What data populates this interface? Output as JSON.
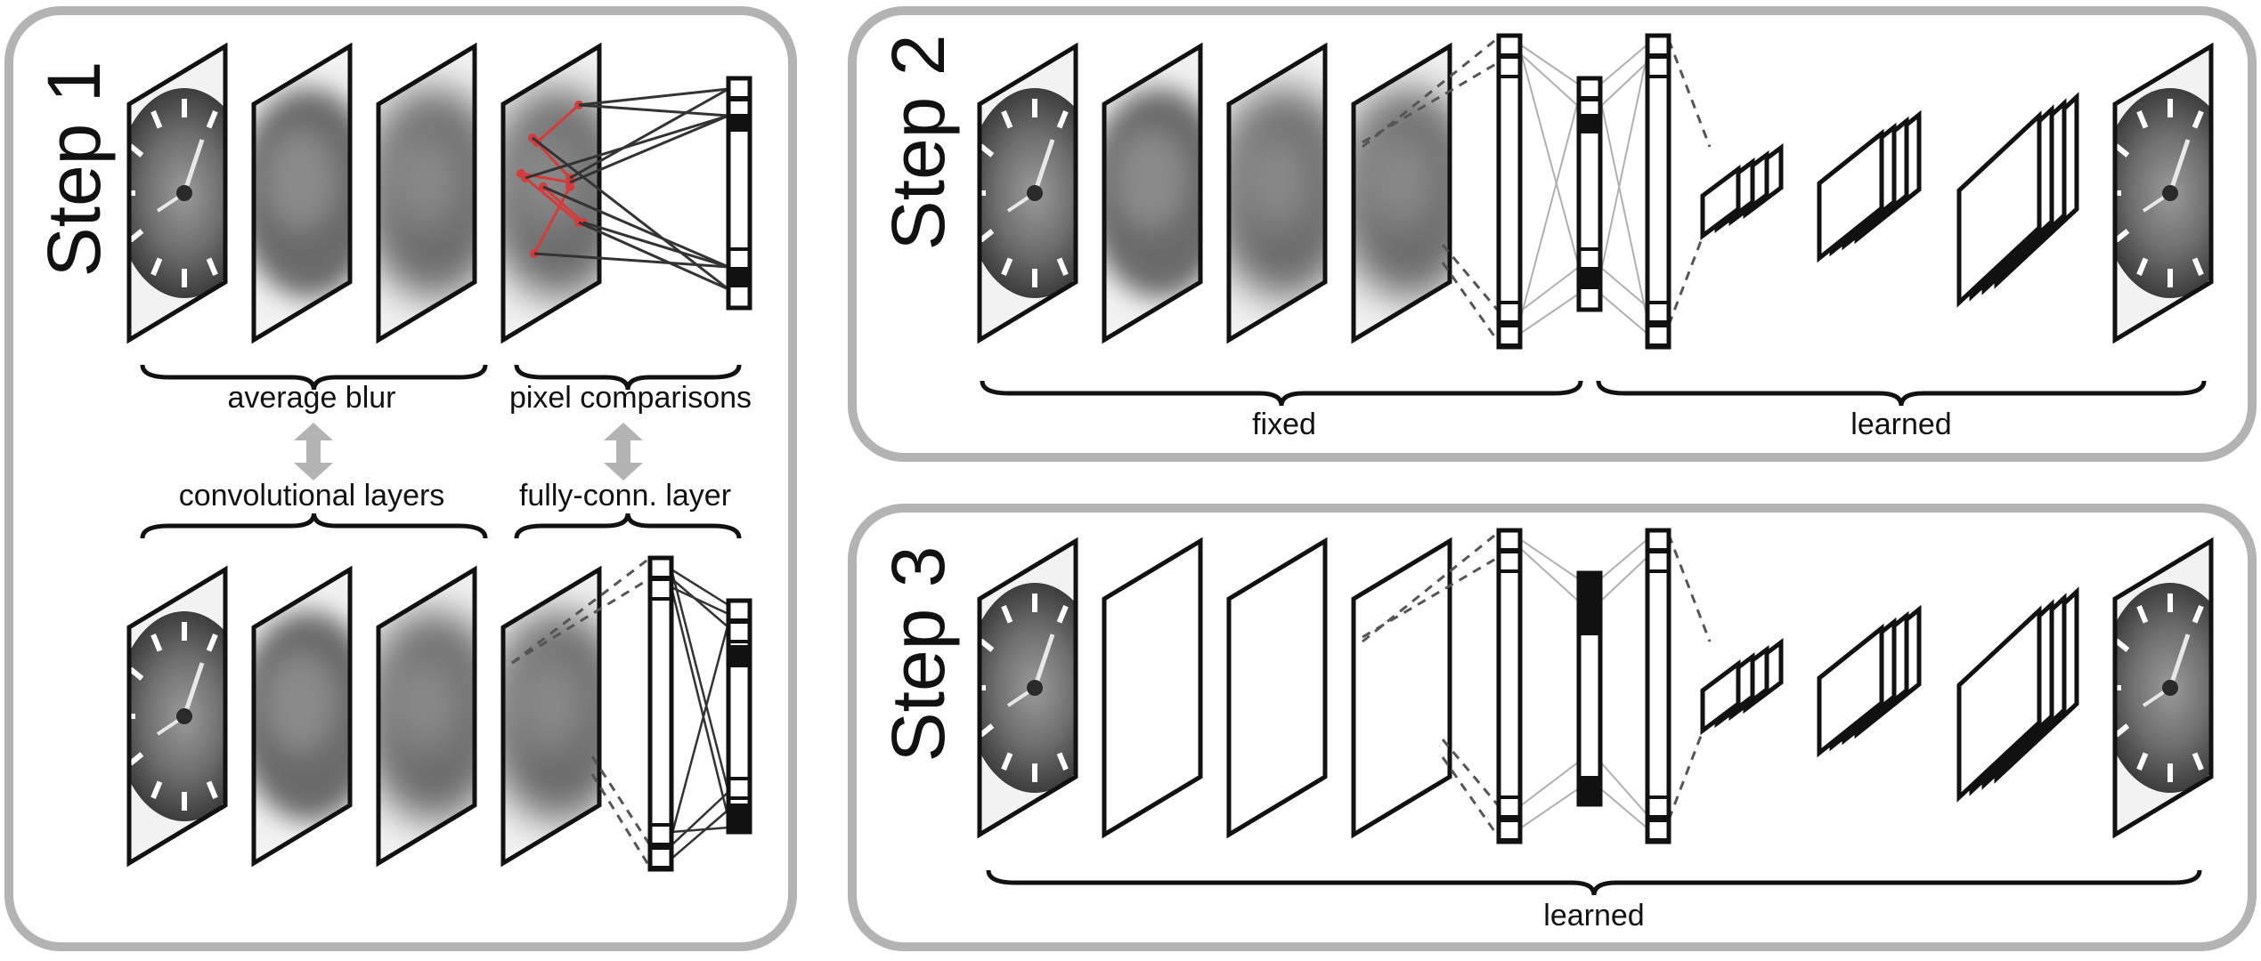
{
  "panels": {
    "step1": {
      "title": "Step 1",
      "labels": {
        "average_blur": "average blur",
        "pixel_comparisons": "pixel comparisons",
        "convolutional_layers": "convolutional layers",
        "fully_conn_layer": "fully-conn. layer"
      }
    },
    "step2": {
      "title": "Step 2",
      "labels": {
        "fixed": "fixed",
        "learned": "learned"
      }
    },
    "step3": {
      "title": "Step 3",
      "labels": {
        "learned": "learned"
      }
    }
  },
  "colors": {
    "panel_border": "#b3b3b3",
    "stroke": "#111111",
    "comparison_lines": "#d63a3a",
    "arrow": "#b3b3b3",
    "frame_fill": "#ffffff"
  },
  "icons": {
    "equivalence_arrow": "double-headed-vertical-arrow",
    "image_content": "clock-photo"
  }
}
